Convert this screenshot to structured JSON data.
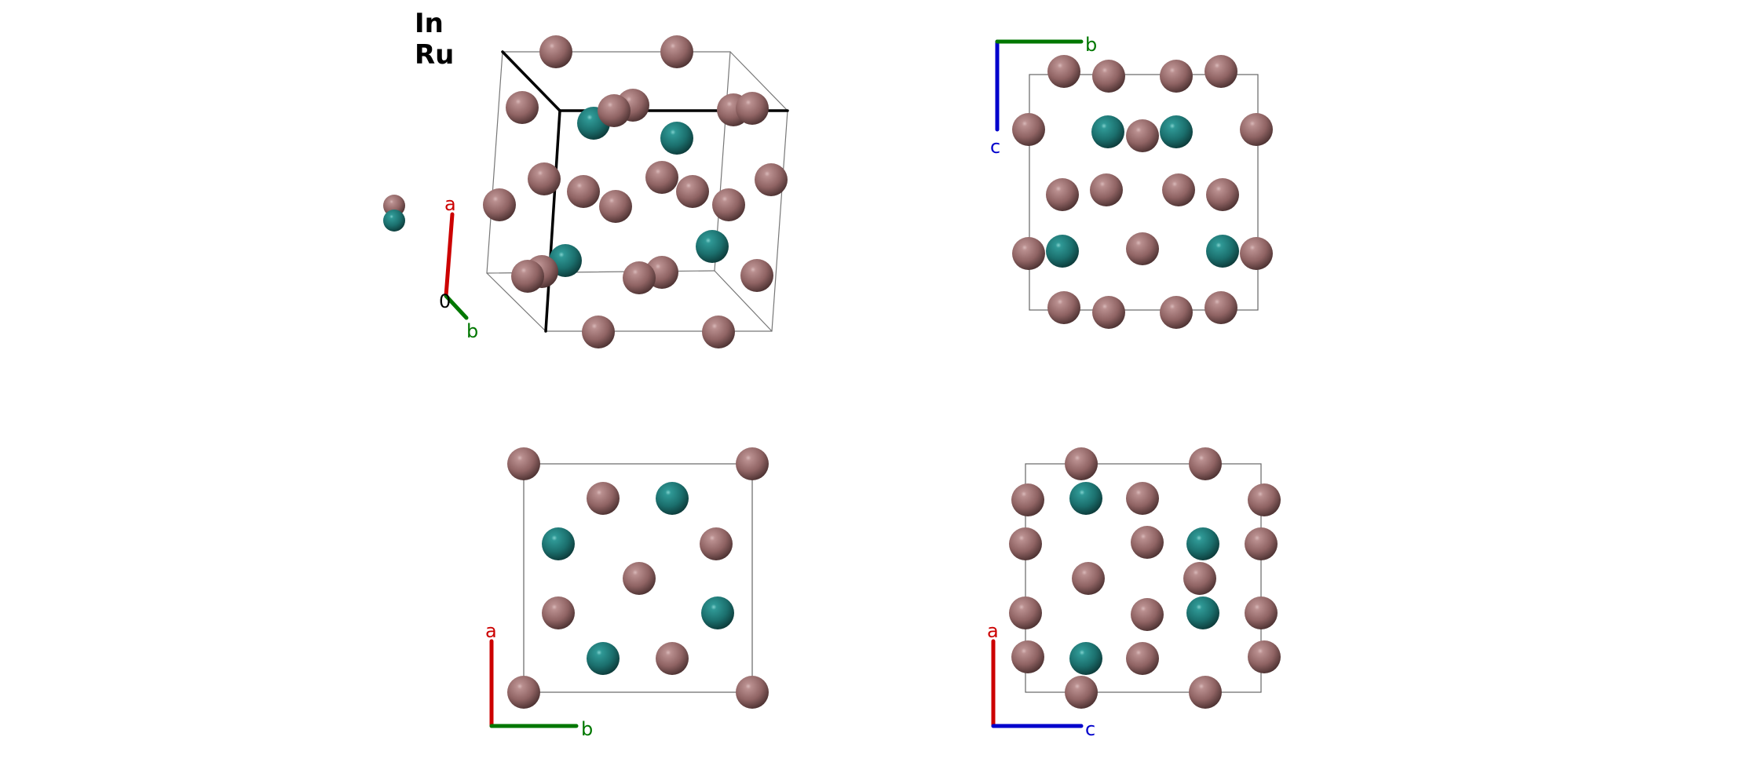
{
  "legend": {
    "elements": [
      {
        "symbol": "In",
        "color": "#9a6b6b"
      },
      {
        "symbol": "Ru",
        "color": "#1f7a78"
      }
    ]
  },
  "axis_labels": {
    "a": "a",
    "b": "b",
    "c": "c",
    "origin": "0"
  },
  "axis_colors": {
    "a": "#cc0000",
    "b": "#007700",
    "c": "#0000cc"
  },
  "atom_colors": {
    "In": "#9a6b6b",
    "Ru": "#1f7a78"
  }
}
